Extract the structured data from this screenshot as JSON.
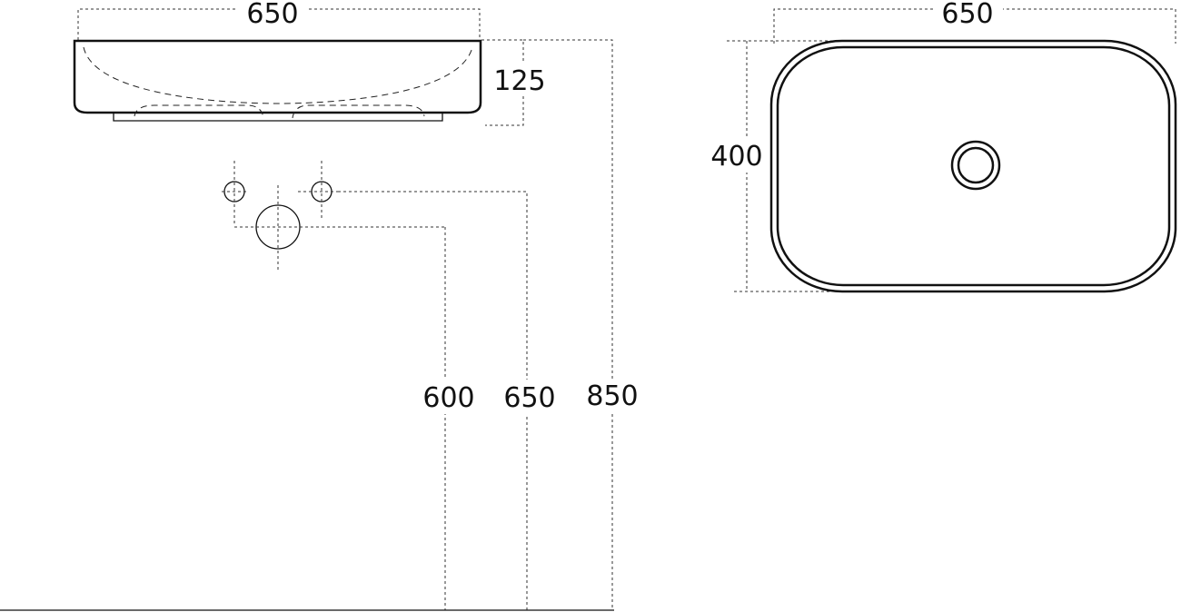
{
  "colors": {
    "ink": "#111111",
    "dim": "#333333",
    "background": "#ffffff"
  },
  "dimensions": {
    "side_width": "650",
    "side_height": "125",
    "waste_height": "600",
    "tap_height": "650",
    "rim_height": "850",
    "top_width": "650",
    "top_depth": "400"
  }
}
